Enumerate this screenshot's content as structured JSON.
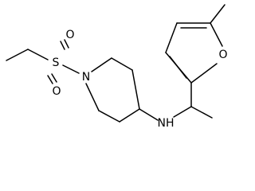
{
  "diagram": {
    "type": "skeletal-structure",
    "atoms": {
      "sulfur": "S",
      "sulfonyl_oxygen_1": "O",
      "sulfonyl_oxygen_2": "O",
      "piperidine_nitrogen": "N",
      "amine_nitrogen": "NH",
      "furan_oxygen": "O"
    },
    "colors": {
      "bond": "#000000",
      "label": "#000000",
      "background": "#ffffff"
    }
  }
}
